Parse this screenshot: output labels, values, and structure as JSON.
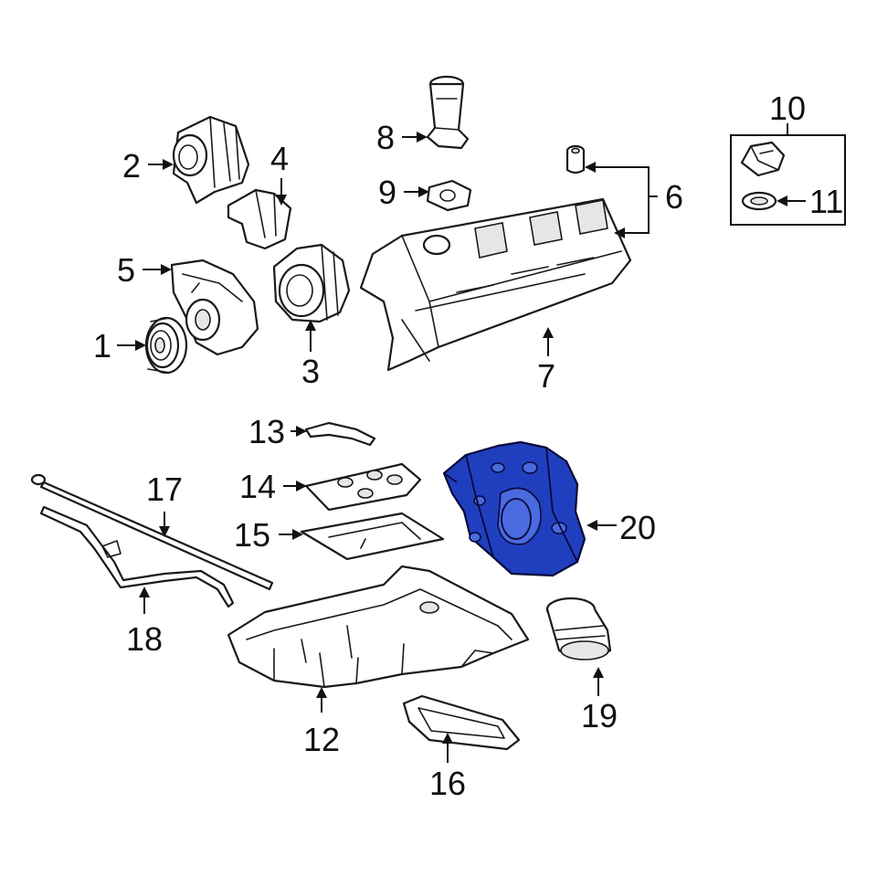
{
  "diagram": {
    "highlight_color": "#1f3fbf",
    "highlighted_part": "20",
    "callouts": [
      "1",
      "2",
      "3",
      "4",
      "5",
      "6",
      "7",
      "8",
      "9",
      "10",
      "11",
      "12",
      "13",
      "14",
      "15",
      "16",
      "17",
      "18",
      "19",
      "20"
    ]
  }
}
